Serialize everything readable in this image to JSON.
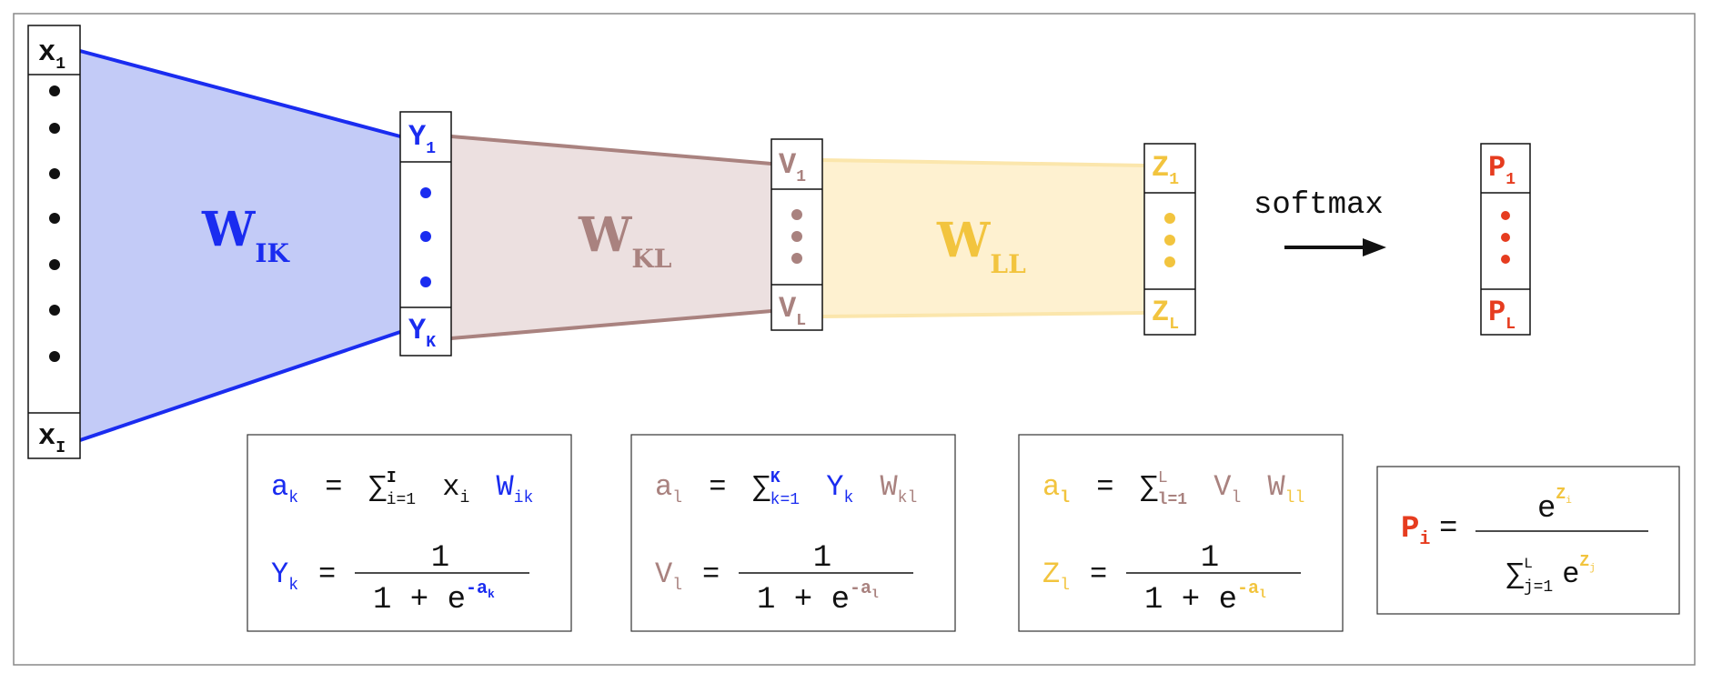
{
  "colors": {
    "blue": "#1a2cf0",
    "blue_fill": "#c3cbf7",
    "mauve": "#a9827f",
    "mauve_fill": "#ece0e0",
    "yellow": "#f2c43e",
    "yellow_fill": "#fef1d0",
    "red": "#e63c1f",
    "black": "#111111"
  },
  "layers": {
    "x": {
      "top_main": "x",
      "top_sub": "1",
      "bottom_main": "x",
      "bottom_sub": "I",
      "dot": "•"
    },
    "y": {
      "top_main": "Y",
      "top_sub": "1",
      "bottom_main": "Y",
      "bottom_sub": "K",
      "dot": "•"
    },
    "v": {
      "top_main": "V",
      "top_sub": "1",
      "bottom_main": "V",
      "bottom_sub": "L",
      "dot": "•"
    },
    "z": {
      "top_main": "Z",
      "top_sub": "1",
      "bottom_main": "Z",
      "bottom_sub": "L",
      "dot": "•"
    },
    "p": {
      "top_main": "P",
      "top_sub": "1",
      "bottom_main": "P",
      "bottom_sub": "L",
      "dot": "•"
    }
  },
  "weights": {
    "w_ik": {
      "main": "W",
      "sub": "IK"
    },
    "w_kl": {
      "main": "W",
      "sub": "KL"
    },
    "w_ll": {
      "main": "W",
      "sub": "LL"
    }
  },
  "softmax_label": "softmax",
  "equations": {
    "box1": {
      "line1": {
        "lhs": "a",
        "lhs_sub": "k",
        "eq": "=",
        "sigma": "∑",
        "sup": "I",
        "sub": "i=1",
        "t1": "x",
        "t1_sub": "i",
        "t2": "W",
        "t2_sub": "ik"
      },
      "line2": {
        "lhs": "Y",
        "lhs_sub": "k",
        "eq": "=",
        "num": "1",
        "den": "1 + e",
        "den_sup": "-a",
        "den_sup_sub": "k"
      }
    },
    "box2": {
      "line1": {
        "lhs": "a",
        "lhs_sub": "l",
        "eq": "=",
        "sigma": "∑",
        "sup": "K",
        "sub": "k=1",
        "t1": "Y",
        "t1_sub": "k",
        "t2": "W",
        "t2_sub": "kl"
      },
      "line2": {
        "lhs": "V",
        "lhs_sub": "l",
        "eq": "=",
        "num": "1",
        "den": "1 + e",
        "den_sup": "-a",
        "den_sup_sub": "l"
      }
    },
    "box3": {
      "line1": {
        "lhs": "a",
        "lhs_sub": "l",
        "eq": "=",
        "sigma": "∑",
        "sup": "L",
        "sub": "l=1",
        "t1": "V",
        "t1_sub": "l",
        "t2": "W",
        "t2_sub": "ll"
      },
      "line2": {
        "lhs": "Z",
        "lhs_sub": "l",
        "eq": "=",
        "num": "1",
        "den": "1 + e",
        "den_sup": "-a",
        "den_sup_sub": "l"
      }
    },
    "box4": {
      "lhs": "P",
      "lhs_sub": "i",
      "eq": "=",
      "num": "e",
      "num_sup": "Z",
      "num_sup_sub": "i",
      "sigma": "∑",
      "sup": "L",
      "sub": "j=1",
      "den": "e",
      "den_sup": "Z",
      "den_sup_sub": "j"
    }
  }
}
